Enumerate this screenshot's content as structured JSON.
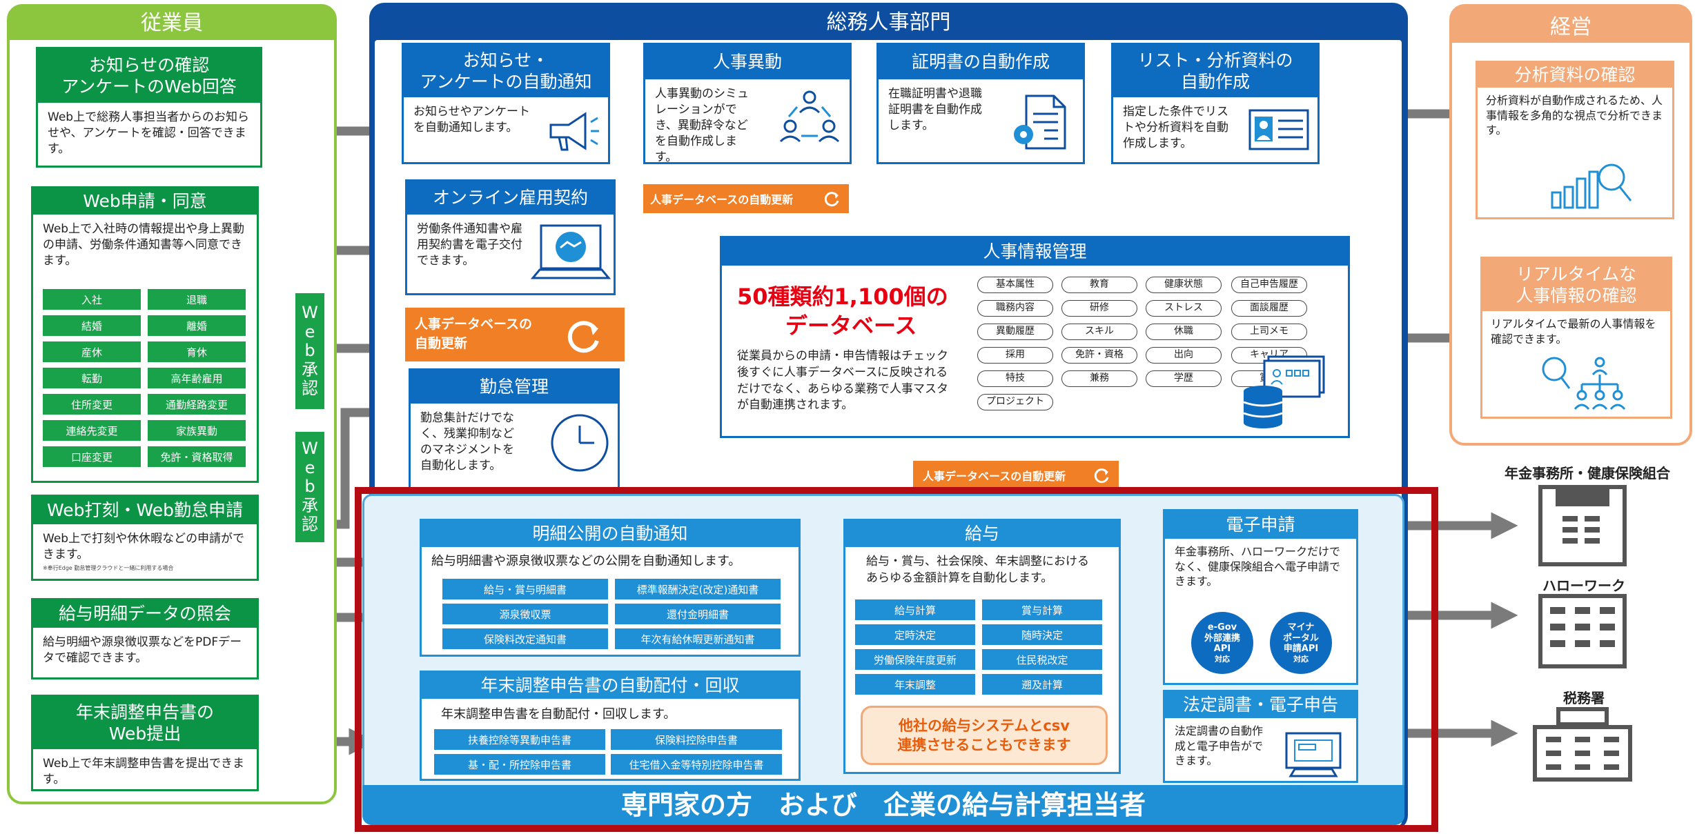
{
  "employee": {
    "title": "従業員",
    "notice": {
      "title": "お知らせの確認\nアンケートのWeb回答",
      "text": "Web上で総務人事担当者からのお知らせや、アンケートを確認・回答できます。"
    },
    "apply": {
      "title": "Web申請・同意",
      "text": "Web上で入社時の情報提出や身上異動の申請、労働条件通知書等へ同意できます。",
      "tags": [
        "入社",
        "退職",
        "結婚",
        "離婚",
        "産休",
        "育休",
        "転勤",
        "高年齢雇用",
        "住所変更",
        "通勤経路変更",
        "連絡先変更",
        "家族異動",
        "口座変更",
        "免許・資格取得"
      ]
    },
    "stamp": {
      "title": "Web打刻・Web勤怠申請",
      "text": "Web上で打刻や休休暇などの申請ができます。",
      "note": "※奉行Edge 勤怠管理クラウドと一緒に利用する場合"
    },
    "payslip": {
      "title": "給与明細データの照会",
      "text": "給与明細や源泉徴収票などをPDFデータで確認できます。"
    },
    "yearend": {
      "title": "年末調整申告書の\nWeb提出",
      "text": "Web上で年末調整申告書を提出できます。"
    }
  },
  "approval": {
    "label1": [
      "W",
      "e",
      "b",
      "承",
      "認"
    ],
    "label2": [
      "W",
      "e",
      "b",
      "承",
      "認"
    ]
  },
  "hr": {
    "title": "総務人事部門",
    "notify": {
      "title": "お知らせ・\nアンケートの自動通知",
      "text": "お知らせやアンケートを自動通知します。"
    },
    "transfer": {
      "title": "人事異動",
      "text": "人事異動のシミュレーションができ、異動辞令などを自動作成します。"
    },
    "cert": {
      "title": "証明書の自動作成",
      "text": "在職証明書や退職証明書を自動作成します。"
    },
    "list": {
      "title": "リスト・分析資料の\n自動作成",
      "text": "指定した条件でリストや分析資料を自動作成します。"
    },
    "contract": {
      "title": "オンライン雇用契約",
      "text": "労働条件通知書や雇用契約書を電子交付できます。"
    },
    "db_update_big": "人事データベースの\n自動更新",
    "db_update_small_top": "人事データベースの自動更新",
    "db_update_small_bottom": "人事データベースの自動更新",
    "attendance": {
      "title": "勤怠管理",
      "text": "勤怠集計だけでなく、残業抑制などのマネジメントを自動化します。"
    },
    "info": {
      "title": "人事情報管理",
      "headline1": "50種類約1,100個の",
      "headline2": "データベース",
      "text": "従業員からの申請・申告情報はチェック後すぐに人事データベースに反映されるだけでなく、あらゆる業務で人事マスタが自動連携されます。",
      "pills": [
        "基本属性",
        "教育",
        "健康状態",
        "自己申告履歴",
        "職務内容",
        "研修",
        "ストレス",
        "面談履歴",
        "異動履歴",
        "スキル",
        "休職",
        "上司メモ",
        "採用",
        "免許・資格",
        "出向",
        "キャリア",
        "特技",
        "兼務",
        "学歴",
        "賞罰",
        "プロジェクト"
      ]
    }
  },
  "payroll": {
    "footer": "専門家の方　および　企業の給与計算担当者",
    "detail": {
      "title": "明細公開の自動通知",
      "text": "給与明細書や源泉徴収票などの公開を自動通知します。",
      "tags": [
        "給与・賞与明細書",
        "標準報酬決定(改定)通知書",
        "源泉徴収票",
        "還付金明細書",
        "保険料改定通知書",
        "年次有給休暇更新通知書"
      ]
    },
    "yearend": {
      "title": "年末調整申告書の自動配付・回収",
      "text": "年末調整申告書を自動配付・回収します。",
      "tags": [
        "扶養控除等異動申告書",
        "保険料控除申告書",
        "基・配・所控除申告書",
        "住宅借入金等特別控除申告書"
      ]
    },
    "salary": {
      "title": "給与",
      "text": "給与・賞与、社会保険、年末調整におけるあらゆる金額計算を自動化します。",
      "tags": [
        "給与計算",
        "賞与計算",
        "定時決定",
        "随時決定",
        "労働保険年度更新",
        "住民税改定",
        "年末調整",
        "遡及計算"
      ],
      "csv": "他社の給与システムとcsv\n連携させることもできます"
    },
    "efile": {
      "title": "電子申請",
      "text": "年金事務所、ハローワークだけでなく、健康保険組合へ電子申請できます。",
      "badge1": [
        "e-Gov",
        "外部連携",
        "API",
        "対応"
      ],
      "badge2": [
        "マイナ",
        "ポータル",
        "申請API",
        "対応"
      ]
    },
    "legal": {
      "title": "法定調書・電子申告",
      "text": "法定調書の自動作成と電子申告ができます。"
    }
  },
  "management": {
    "title": "経営",
    "analysis": {
      "title": "分析資料の確認",
      "text": "分析資料が自動作成されるため、人事情報を多角的な視点で分析できます。"
    },
    "realtime": {
      "title": "リアルタイムな\n人事情報の確認",
      "text": "リアルタイムで最新の人事情報を確認できます。"
    }
  },
  "external": {
    "pension": "年金事務所・健康保険組合",
    "hellowork": "ハローワーク",
    "tax": "税務署"
  },
  "colors": {
    "green": "#0b9446",
    "blue": "#0d4ea1",
    "orange": "#f07f25",
    "red": "#b50b12"
  }
}
